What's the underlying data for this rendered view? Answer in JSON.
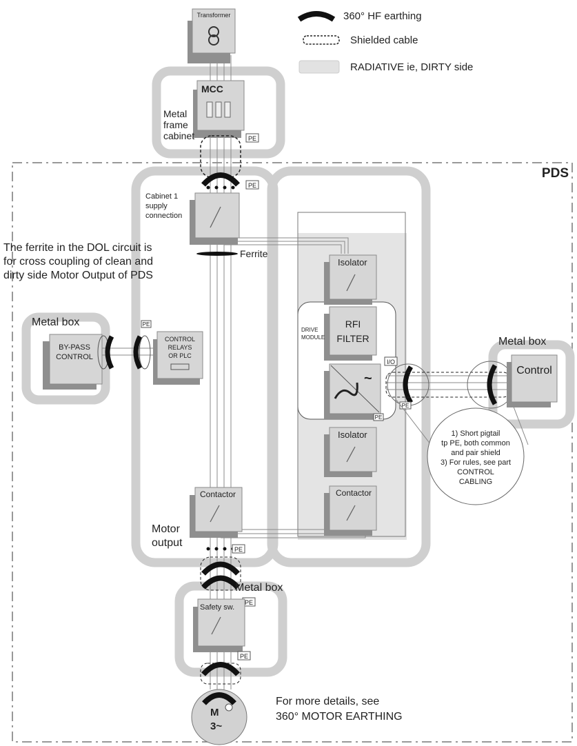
{
  "legend": {
    "hf_earthing": "360° HF earthing",
    "shielded_cable": "Shielded cable",
    "radiative": "RADIATIVE ie, DIRTY side"
  },
  "labels": {
    "transformer": "Transformer",
    "mcc": "MCC",
    "metal_frame": "Metal",
    "metal_frame2": "frame",
    "metal_frame3": "cabinet",
    "pe": "PE",
    "pds": "PDS",
    "cabinet1_a": "Cabinet 1",
    "cabinet1_b": "supply",
    "cabinet1_c": "connection",
    "ferrite_note_1": "The ferrite in the DOL circuit is",
    "ferrite_note_2": "for cross coupling of clean and",
    "ferrite_note_3": "dirty side Motor Output of PDS",
    "ferrite": "Ferrite",
    "metal_box": "Metal box",
    "bypass_1": "BY-PASS",
    "bypass_2": "CONTROL",
    "relays_1": "CONTROL",
    "relays_2": "RELAYS",
    "relays_3": "OR PLC",
    "isolator": "Isolator",
    "rfi_1": "RFI",
    "rfi_2": "FILTER",
    "drive_1": "DRIVE",
    "drive_2": "MODULE",
    "io": "I/O",
    "control": "Control",
    "note_1": "1) Short pigtail",
    "note_2": "tp PE, both common",
    "note_3": "and pair shield",
    "note_4": "3) For rules, see part",
    "note_5": "CONTROL",
    "note_6": "CABLING",
    "contactor": "Contactor",
    "motor_output_1": "Motor",
    "motor_output_2": "output",
    "safety_sw": "Safety sw.",
    "motor_m": "M",
    "motor_3": "3~",
    "details_1": "For more details, see",
    "details_2": "360° MOTOR EARTHING"
  },
  "colors": {
    "frame_gray": "#cfcfcf",
    "box_gray": "#d6d6d6",
    "shadow_gray": "#8f8f8f",
    "earthing_black": "#1a1a1a"
  }
}
